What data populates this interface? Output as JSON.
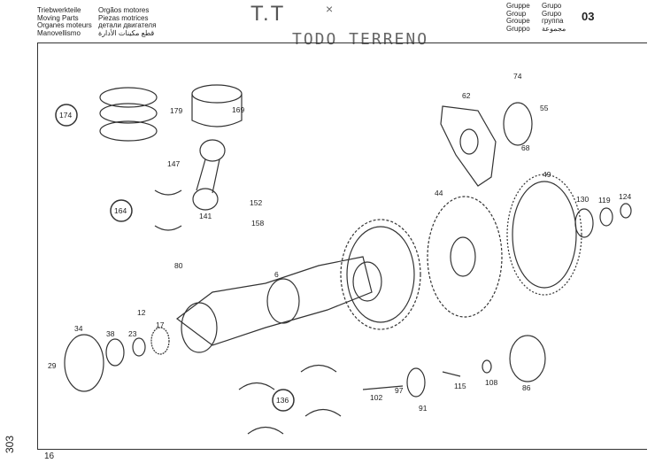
{
  "header": {
    "titles_left": [
      "Triebwerkteile",
      "Moving Parts",
      "Organes moteurs",
      "Manovellismo"
    ],
    "titles_right": [
      "Orgãos motores",
      "Piezas motrices",
      "детали двигателя",
      "قطع مكينات الأدارة"
    ],
    "group_labels_left": [
      "Gruppe",
      "Group",
      "Groupe",
      "Gruppo"
    ],
    "group_labels_right": [
      "Grupo",
      "Grupo",
      "группа",
      "مجموعة"
    ],
    "group_number": "03",
    "handwritten": "T.T",
    "stamp": "TODO TERRENO",
    "mark": "×"
  },
  "footer": {
    "page": "16",
    "code": "303"
  },
  "parts": [
    "174",
    "179",
    "169",
    "147",
    "164",
    "141",
    "152",
    "158",
    "80",
    "6",
    "12",
    "34",
    "38",
    "23",
    "17",
    "29",
    "136",
    "102",
    "97",
    "91",
    "115",
    "108",
    "86",
    "74",
    "55",
    "62",
    "68",
    "49",
    "44",
    "130",
    "119",
    "124"
  ]
}
